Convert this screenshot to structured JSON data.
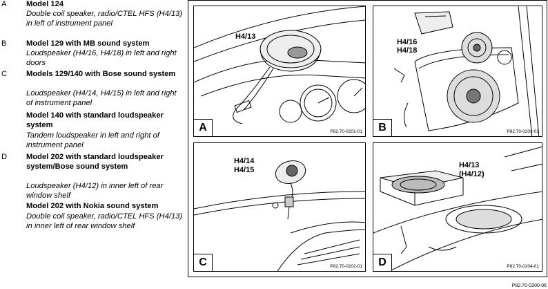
{
  "legend": [
    {
      "letter": "A",
      "title": "Model 124",
      "desc": "Double coil speaker, radio/CTEL HFS (H4/13) in left of instrument panel"
    },
    {
      "letter": "B",
      "title": "Model 129 with MB sound system",
      "desc": "Loudspeaker (H4/16, H4/18) in left and right doors"
    },
    {
      "letter": "C",
      "title": "Models 129/140 with Bose sound system",
      "desc": "Loudspeaker (H4/14, H4/15) in left and right of instrument panel"
    },
    {
      "letter": "",
      "title": "Model 140 with standard loudspeaker system",
      "desc": "Tandem loudspeaker in left and right of instrument panel"
    },
    {
      "letter": "D",
      "title": "Model 202 with standard loudspeaker system/Bose sound system",
      "desc": "Loudspeaker (H4/12) in inner left of rear window shelf"
    },
    {
      "letter": "",
      "title": "Model 202 with Nokia sound system",
      "desc": "Double coil speaker, radio/CTEL HFS (H4/13) in inner left of rear window shelf"
    }
  ],
  "panels": {
    "a": {
      "letter": "A",
      "code": "P82.70-0201-01",
      "callouts": [
        "H4/13"
      ]
    },
    "b": {
      "letter": "B",
      "code": "P82.70-0203-01",
      "callouts": [
        "H4/16",
        "H4/18"
      ]
    },
    "c": {
      "letter": "C",
      "code": "P82.70-0202-01",
      "callouts": [
        "H4/14",
        "H4/15"
      ]
    },
    "d": {
      "letter": "D",
      "code": "P82.70-0204-01",
      "callouts": [
        "H4/13",
        "(H4/12)"
      ]
    }
  },
  "figure_ref": "P82.70-0200-06"
}
